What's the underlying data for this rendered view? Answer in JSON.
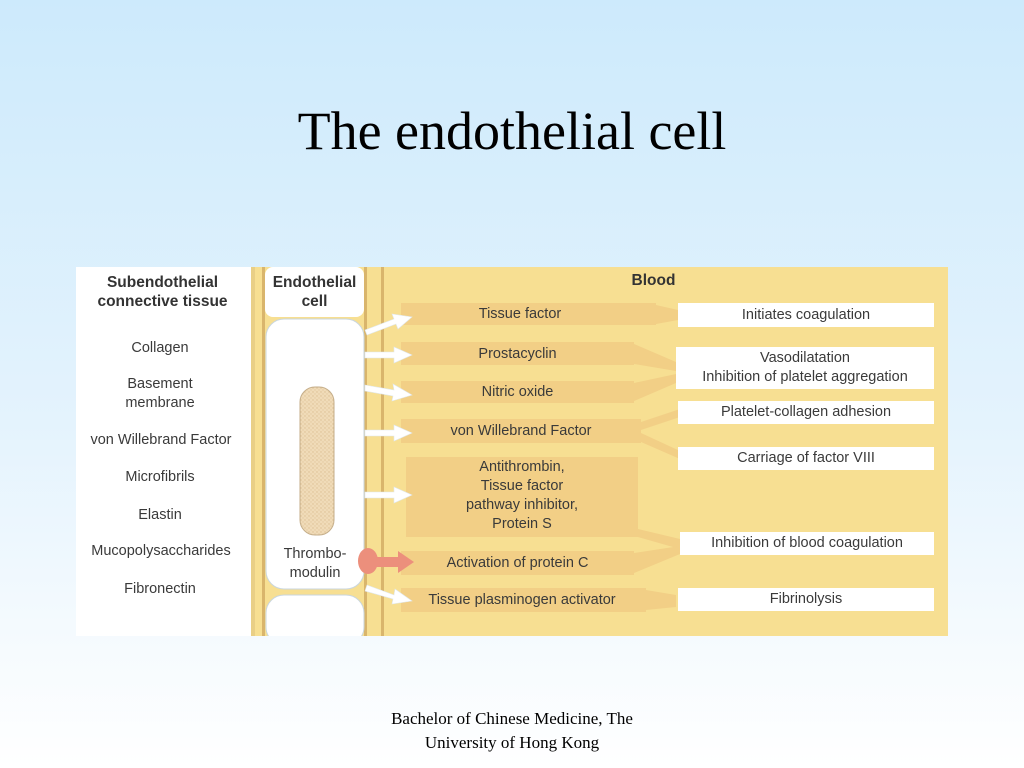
{
  "slide": {
    "title": "The endothelial cell",
    "footer_line1": "Bachelor of Chinese Medicine, The",
    "footer_line2": "University of Hong Kong"
  },
  "diagram": {
    "headers": {
      "subendothelial_line1": "Subendothelial",
      "subendothelial_line2": "connective tissue",
      "endothelial_line1": "Endothelial",
      "endothelial_line2": "cell",
      "blood": "Blood"
    },
    "connective_components": [
      "Collagen",
      "Basement",
      "membrane",
      "von Willebrand Factor",
      "Microfibrils",
      "Elastin",
      "Mucopolysaccharides",
      "Fibronectin"
    ],
    "thrombomodulin_line1": "Thrombo-",
    "thrombomodulin_line2": "modulin",
    "secreted_factors": {
      "tissue_factor": "Tissue factor",
      "prostacyclin": "Prostacyclin",
      "nitric_oxide": "Nitric oxide",
      "vwf": "von Willebrand Factor",
      "antithrombin_line1": "Antithrombin,",
      "antithrombin_line2": "Tissue factor",
      "antithrombin_line3": "pathway inhibitor,",
      "antithrombin_line4": "Protein S",
      "protein_c": "Activation of protein C",
      "tpa": "Tissue plasminogen activator"
    },
    "effects": {
      "coagulation": "Initiates coagulation",
      "vasodilatation_line1": "Vasodilatation",
      "vasodilatation_line2": "Inhibition of platelet aggregation",
      "adhesion": "Platelet-collagen adhesion",
      "factor_viii": "Carriage of factor VIII",
      "inhibition": "Inhibition of blood coagulation",
      "fibrinolysis": "Fibrinolysis"
    },
    "colors": {
      "blood_panel": "#f7df92",
      "connective_panel": "#ffffff",
      "cell_fill": "#ffffff",
      "flow_band": "#f2cf86",
      "arrow_white": "#ffffff",
      "arrow_red": "#ec8f7c"
    }
  }
}
